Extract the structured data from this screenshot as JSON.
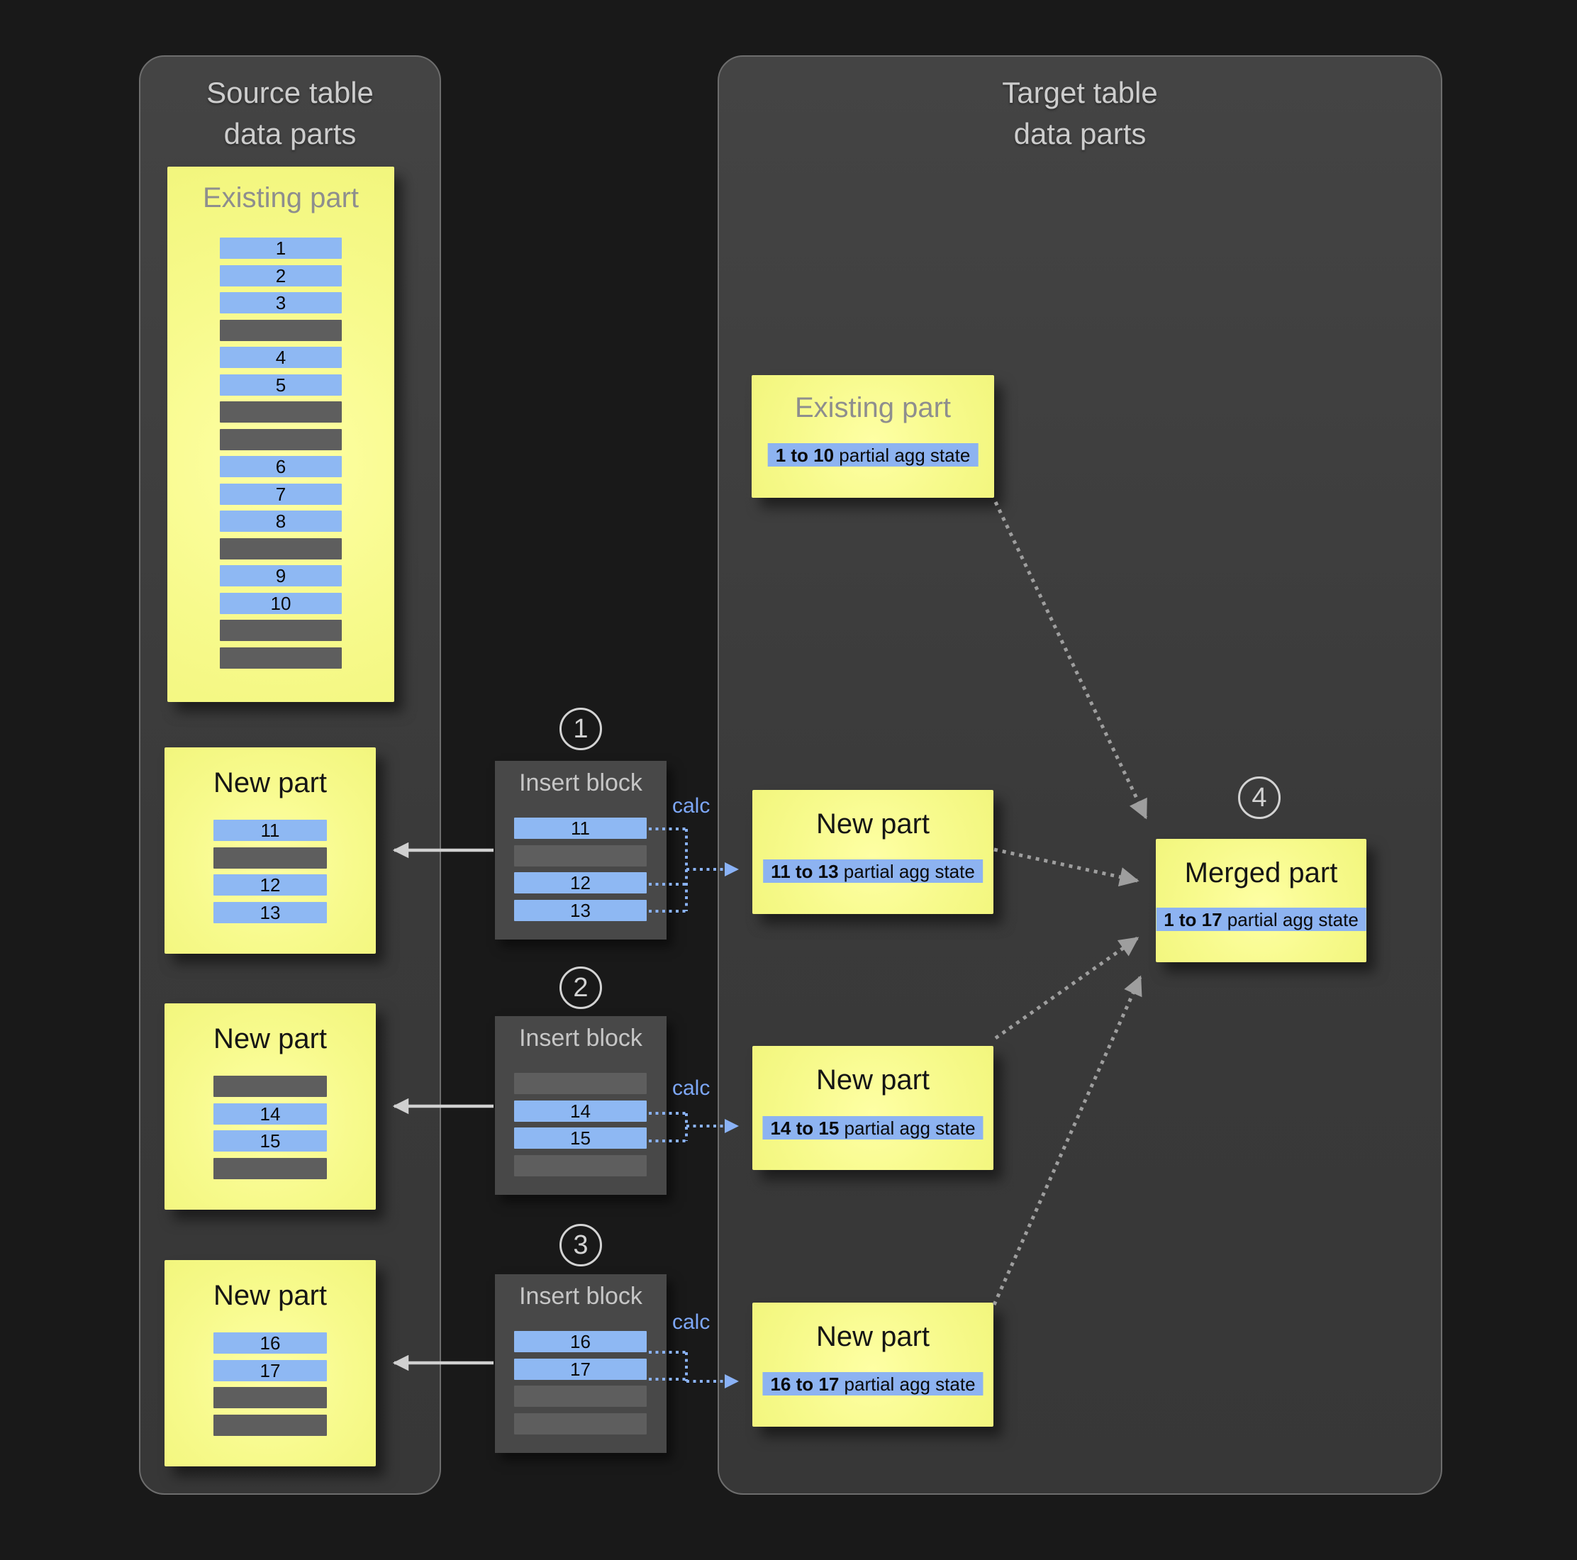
{
  "source_panel": {
    "title_lines": [
      "Source table",
      "data parts"
    ],
    "existing_part": {
      "title": "Existing part",
      "rows": [
        "1",
        "2",
        "3",
        null,
        "4",
        "5",
        null,
        null,
        "6",
        "7",
        "8",
        null,
        "9",
        "10",
        null,
        null
      ]
    },
    "new_parts": [
      {
        "title": "New part",
        "rows": [
          "11",
          null,
          "12",
          "13"
        ]
      },
      {
        "title": "New part",
        "rows": [
          null,
          "14",
          "15",
          null
        ]
      },
      {
        "title": "New part",
        "rows": [
          "16",
          "17",
          null,
          null
        ]
      }
    ]
  },
  "insert_blocks": [
    {
      "step": "1",
      "title": "Insert block",
      "calc_label": "calc",
      "rows": [
        "11",
        null,
        "12",
        "13"
      ]
    },
    {
      "step": "2",
      "title": "Insert block",
      "calc_label": "calc",
      "rows": [
        null,
        "14",
        "15",
        null
      ]
    },
    {
      "step": "3",
      "title": "Insert block",
      "calc_label": "calc",
      "rows": [
        "16",
        "17",
        null,
        null
      ]
    }
  ],
  "target_panel": {
    "title_lines": [
      "Target table",
      "data parts"
    ],
    "existing_part": {
      "title": "Existing part",
      "state_bold": "1 to 10",
      "state_rest": " partial agg state"
    },
    "new_parts": [
      {
        "title": "New part",
        "state_bold": "11 to 13",
        "state_rest": " partial agg state"
      },
      {
        "title": "New part",
        "state_bold": "14 to 15",
        "state_rest": " partial agg state"
      },
      {
        "title": "New part",
        "state_bold": "16 to 17",
        "state_rest": " partial agg state"
      }
    ],
    "merged_part": {
      "step": "4",
      "title": "Merged part",
      "state_bold": "1 to 17",
      "state_rest": " partial agg state"
    }
  },
  "colors": {
    "page_bg": "#191919",
    "panel_bg": "#3d3d3d",
    "part_yellow": "#f7fa8c",
    "data_row_blue": "#8eb8f3",
    "empty_row_gray": "#5e5e5e",
    "agg_band_blue": "#8db3f1",
    "calc_blue": "#7da7f7",
    "solid_arrow_gray": "#d0d0d0",
    "dotted_arrow_gray": "#9e9e9e"
  }
}
